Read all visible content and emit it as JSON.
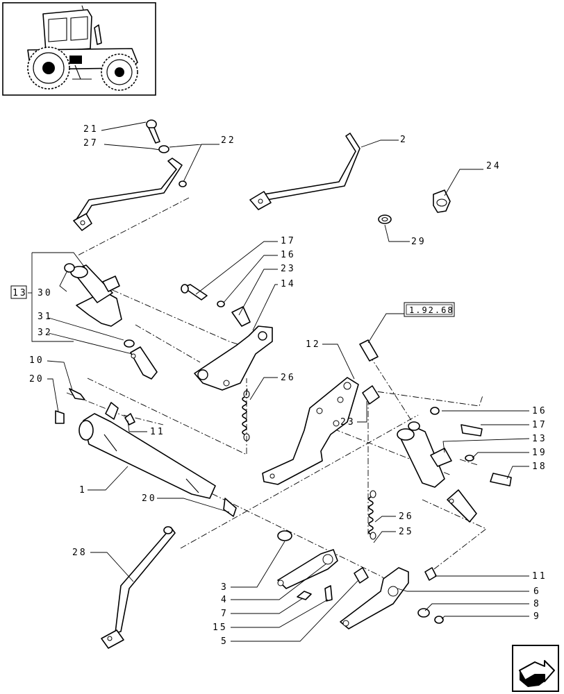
{
  "callouts": [
    {
      "id": "c21",
      "text": "21"
    },
    {
      "id": "c27",
      "text": "27"
    },
    {
      "id": "c22",
      "text": "22"
    },
    {
      "id": "c2",
      "text": "2"
    },
    {
      "id": "c24",
      "text": "24"
    },
    {
      "id": "c29",
      "text": "29"
    },
    {
      "id": "c17a",
      "text": "17"
    },
    {
      "id": "c16a",
      "text": "16"
    },
    {
      "id": "c23a",
      "text": "23"
    },
    {
      "id": "c14",
      "text": "14"
    },
    {
      "id": "c13box",
      "text": "13"
    },
    {
      "id": "c30",
      "text": "30"
    },
    {
      "id": "c31",
      "text": "31"
    },
    {
      "id": "c32",
      "text": "32"
    },
    {
      "id": "c10",
      "text": "10"
    },
    {
      "id": "c20a",
      "text": "20"
    },
    {
      "id": "c11a",
      "text": "11"
    },
    {
      "id": "c26a",
      "text": "26"
    },
    {
      "id": "c12",
      "text": "12"
    },
    {
      "id": "c23b",
      "text": "23"
    },
    {
      "id": "c16b",
      "text": "16"
    },
    {
      "id": "c17b",
      "text": "17"
    },
    {
      "id": "c13b",
      "text": "13"
    },
    {
      "id": "c19",
      "text": "19"
    },
    {
      "id": "c18",
      "text": "18"
    },
    {
      "id": "c1",
      "text": "1"
    },
    {
      "id": "c20b",
      "text": "20"
    },
    {
      "id": "c26b",
      "text": "26"
    },
    {
      "id": "c25",
      "text": "25"
    },
    {
      "id": "c28",
      "text": "28"
    },
    {
      "id": "c3",
      "text": "3"
    },
    {
      "id": "c4",
      "text": "4"
    },
    {
      "id": "c7",
      "text": "7"
    },
    {
      "id": "c15",
      "text": "15"
    },
    {
      "id": "c5",
      "text": "5"
    },
    {
      "id": "c11b",
      "text": "11"
    },
    {
      "id": "c6",
      "text": "6"
    },
    {
      "id": "c8",
      "text": "8"
    },
    {
      "id": "c9",
      "text": "9"
    }
  ],
  "reference": {
    "text": "1.92.68"
  },
  "icons": {
    "thumbnail": "tractor-icon",
    "navigation": "next-page-arrow-icon"
  }
}
